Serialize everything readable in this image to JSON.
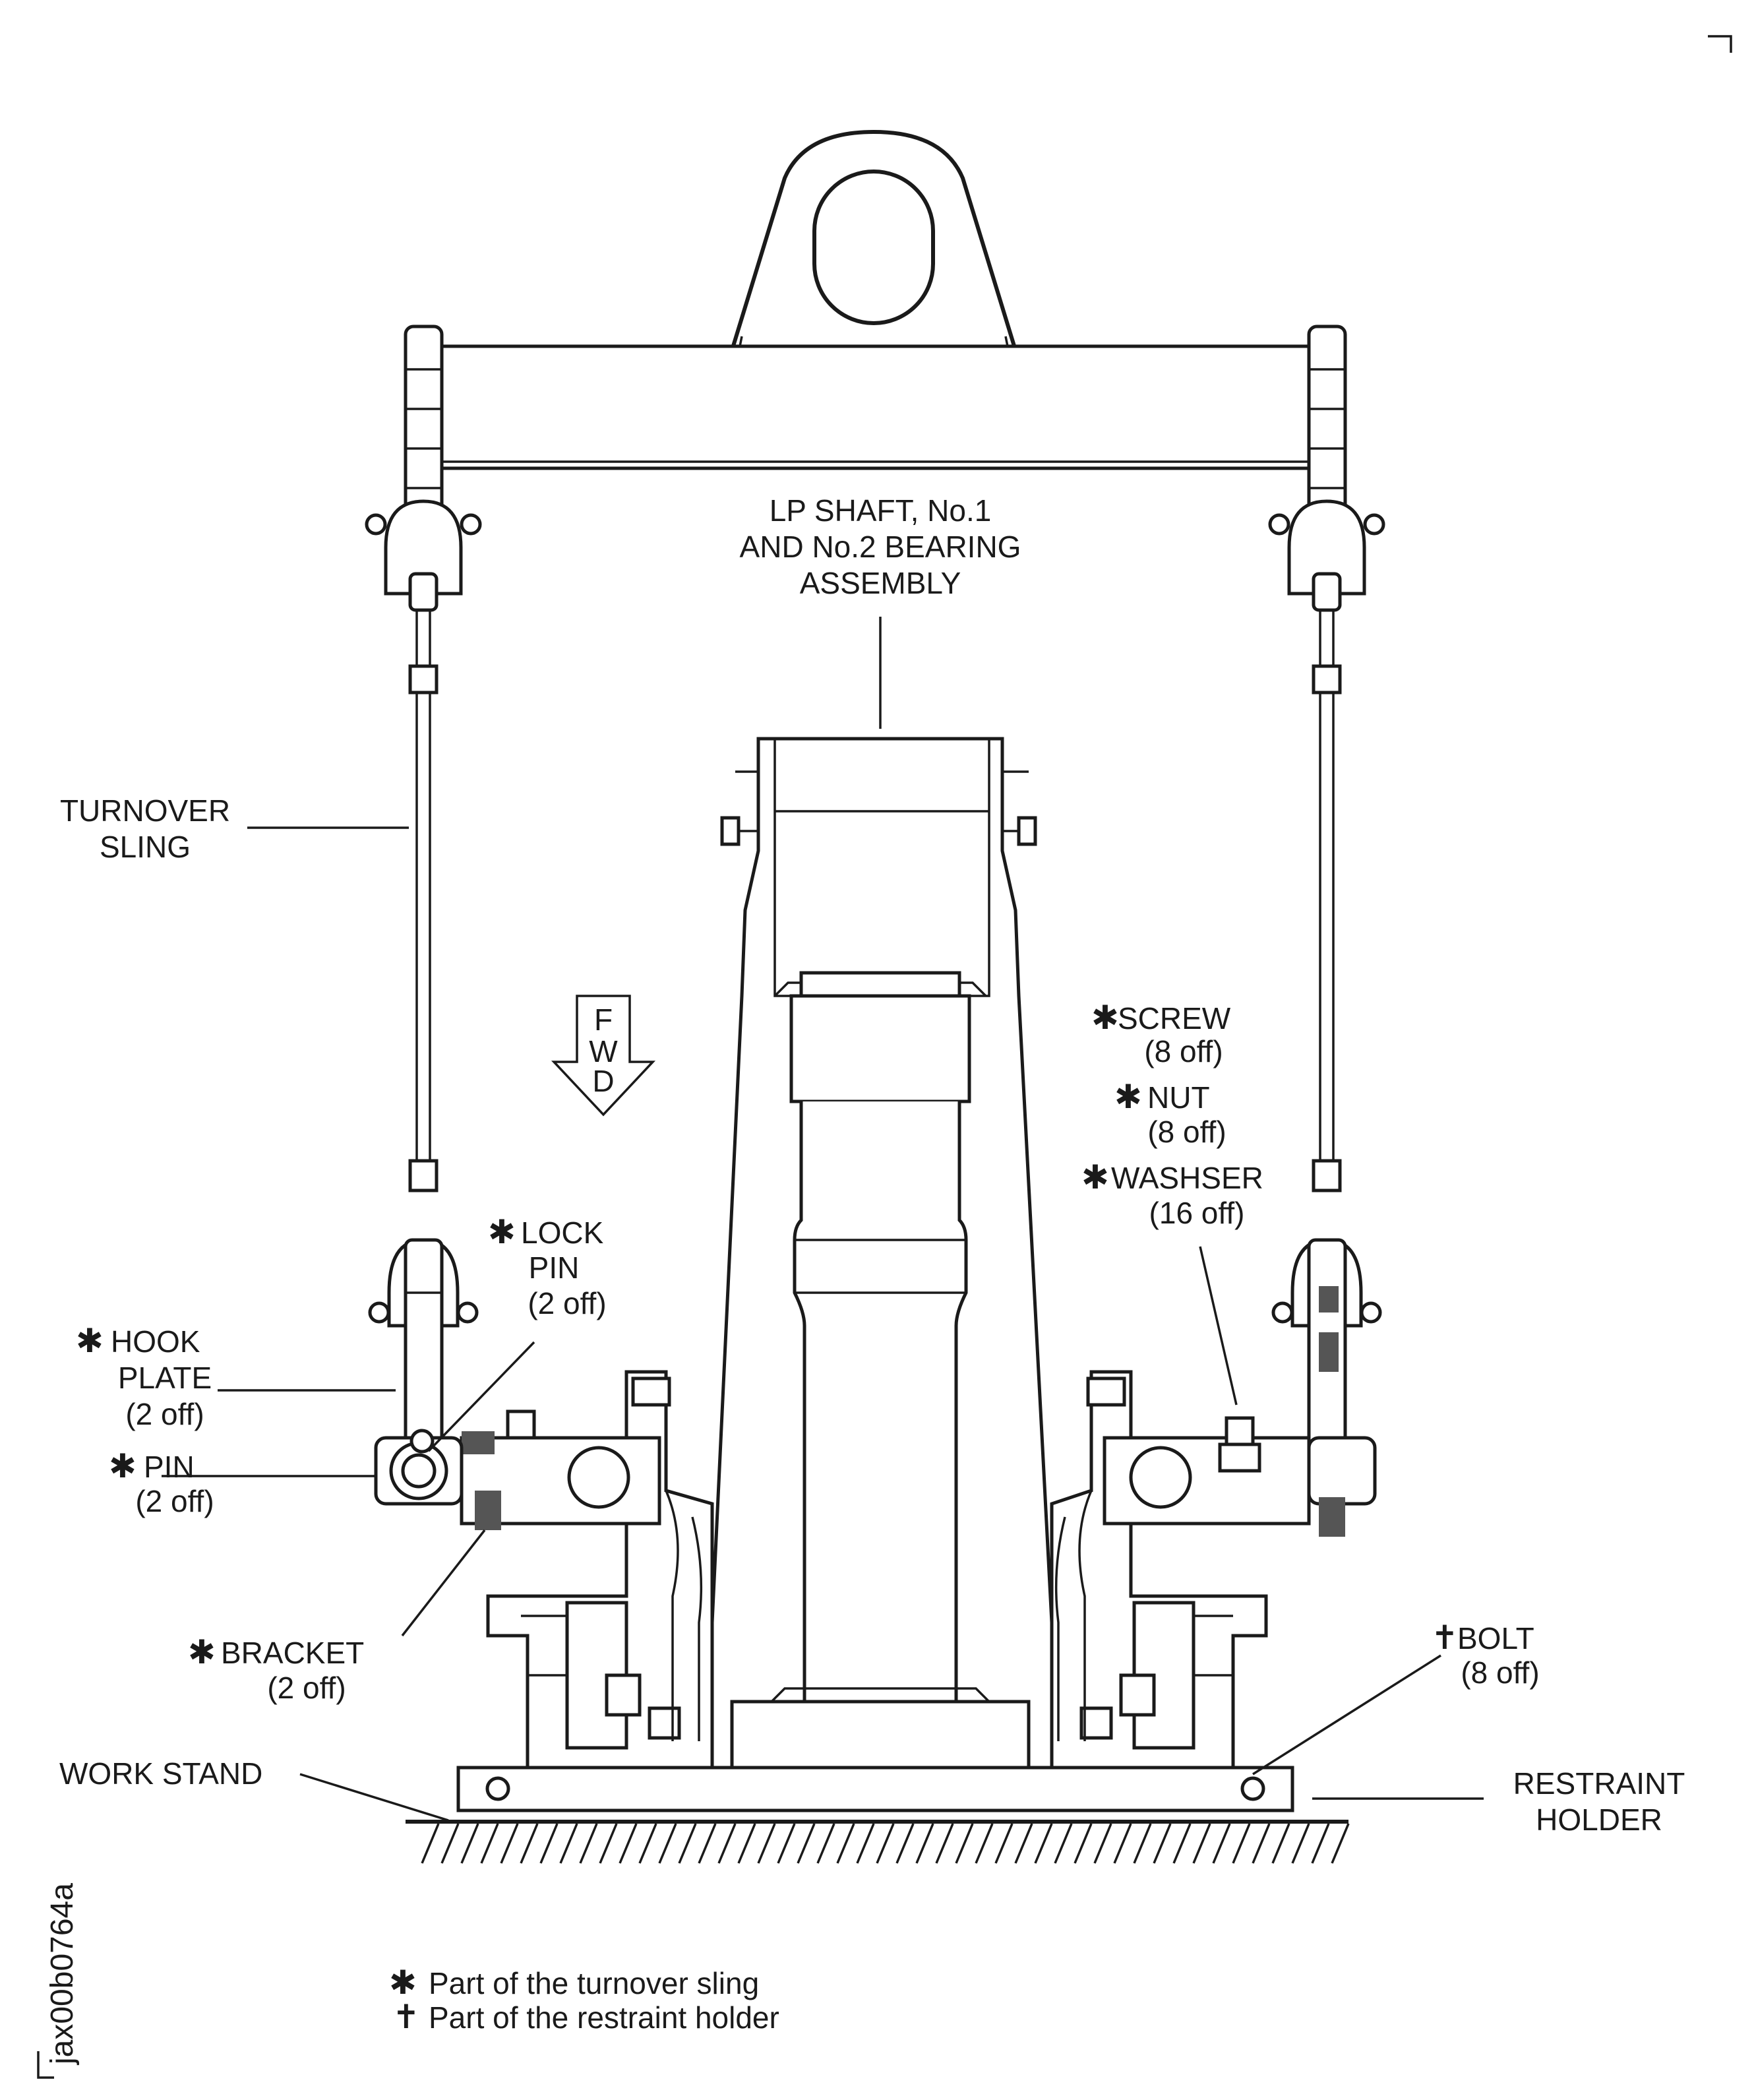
{
  "labels": {
    "lp_shaft": [
      "LP SHAFT, No.1",
      "AND No.2 BEARING",
      "ASSEMBLY"
    ],
    "turnover_sling": [
      "TURNOVER",
      "SLING"
    ],
    "screw": [
      "SCREW",
      "(8 off)"
    ],
    "nut": [
      "NUT",
      "(8 off)"
    ],
    "washer": [
      "WASHSER",
      "(16 off)"
    ],
    "lock_pin": [
      "LOCK",
      "PIN",
      "(2 off)"
    ],
    "hook_plate": [
      "HOOK",
      "PLATE",
      "(2 off)"
    ],
    "pin": [
      "PIN",
      "(2 off)"
    ],
    "bracket": [
      "BRACKET",
      "(2 off)"
    ],
    "bolt": [
      "BOLT",
      "(8 off)"
    ],
    "work_stand": "WORK STAND",
    "restraint_holder": [
      "RESTRAINT",
      "HOLDER"
    ],
    "fwd": [
      "F",
      "W",
      "D"
    ]
  },
  "legend": {
    "sling_symbol": "✱",
    "sling_text": "Part of the turnover sling",
    "holder_symbol": "✝",
    "holder_text": "Part of the restraint holder"
  },
  "figure_id": "jax00b0764a"
}
